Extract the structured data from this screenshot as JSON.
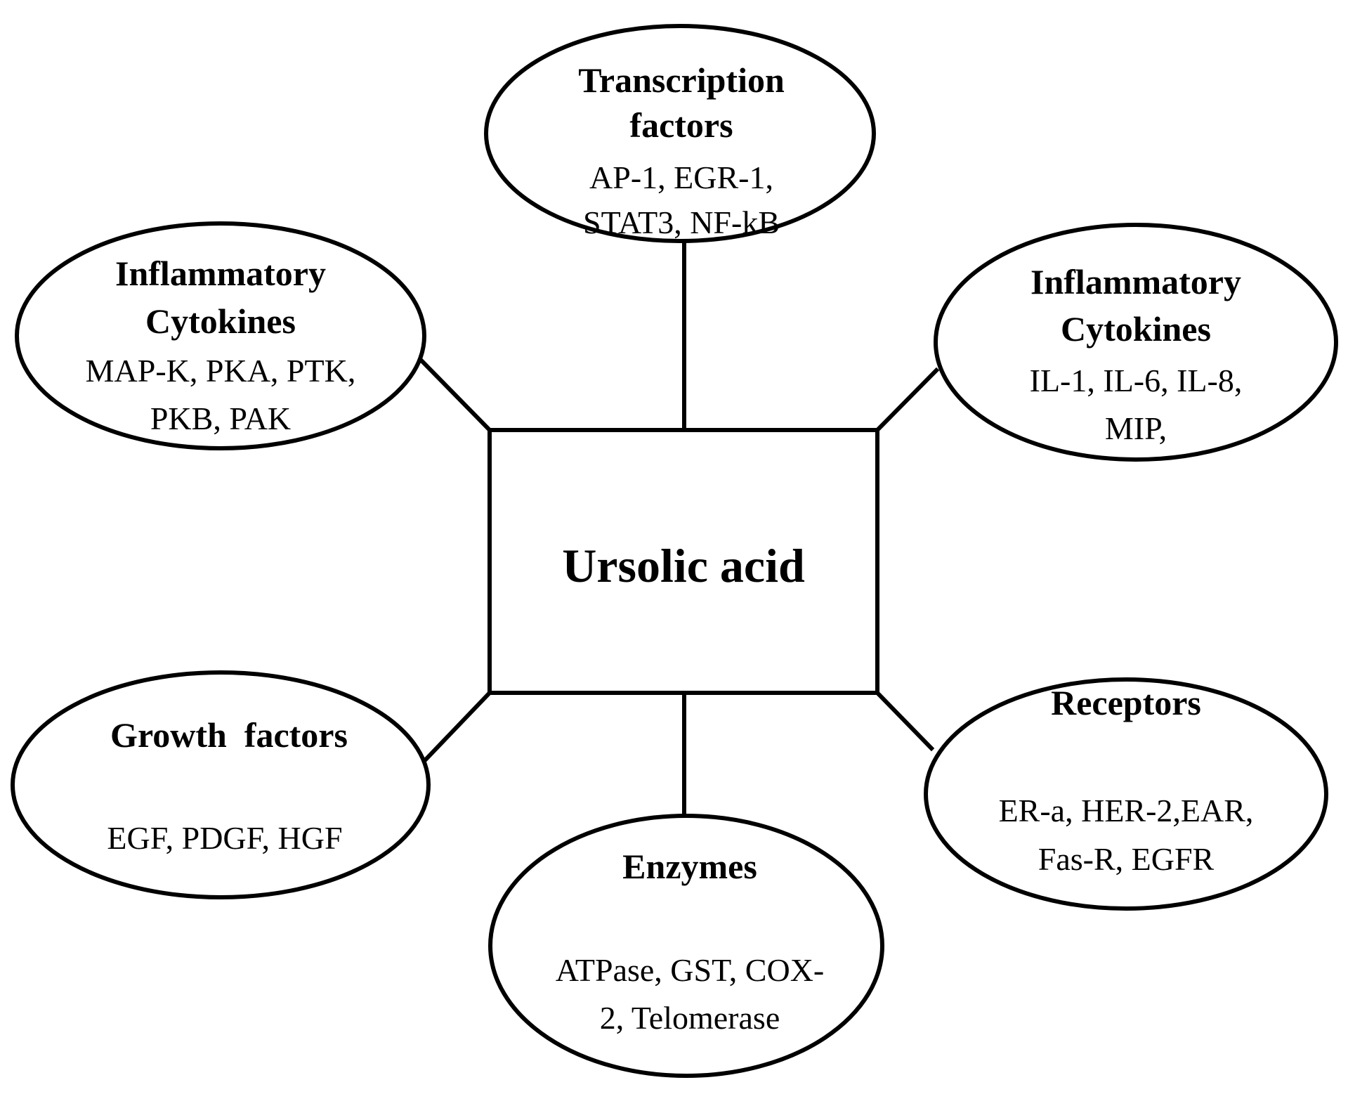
{
  "center": {
    "label": "Ursolic acid"
  },
  "nodes": {
    "transcription": {
      "title_line1": "Transcription",
      "title_line2": "factors",
      "items_line1": "AP-1, EGR-1,",
      "items_line2": "STAT3, NF-kB"
    },
    "inflammatory_left": {
      "title_line1": "Inflammatory",
      "title_line2": "Cytokines",
      "items_line1": "MAP-K, PKA, PTK,",
      "items_line2": "PKB, PAK"
    },
    "inflammatory_right": {
      "title_line1": "Inflammatory",
      "title_line2": "Cytokines",
      "items_line1": "IL-1, IL-6, IL-8,",
      "items_line2": "MIP,"
    },
    "growth": {
      "title_line1": "Growth  factors",
      "items_line1": "EGF, PDGF, HGF"
    },
    "receptors": {
      "title_line1": "Receptors",
      "items_line1": "ER-a, HER-2,EAR,",
      "items_line2": "Fas-R, EGFR"
    },
    "enzymes": {
      "title_line1": "Enzymes",
      "items_line1": "ATPase, GST, COX-",
      "items_line2": "2, Telomerase"
    }
  }
}
